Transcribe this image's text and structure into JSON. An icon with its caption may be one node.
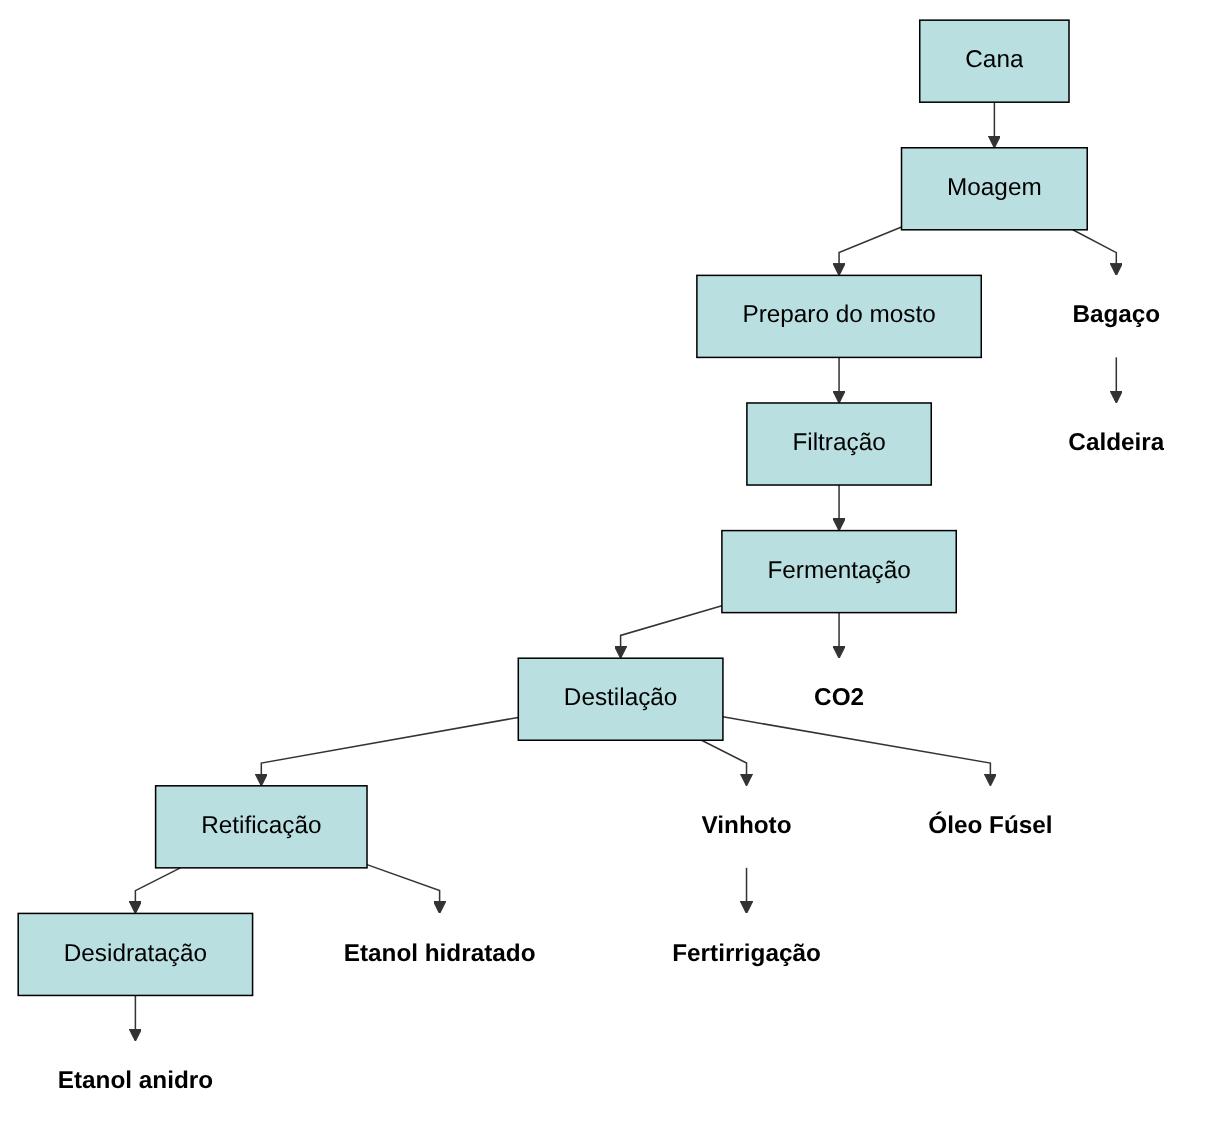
{
  "diagram": {
    "nodes": [
      {
        "text": [
          "Cana"
        ]
      },
      {
        "text": [
          "Moagem"
        ]
      },
      {
        "text": [
          "Preparo do mosto"
        ]
      },
      {
        "text": [
          "Filtração"
        ]
      },
      {
        "text": [
          "Fermentação"
        ]
      },
      {
        "text": [
          "Destilação"
        ]
      },
      {
        "text": [
          "Retificação"
        ]
      },
      {
        "text": [
          "Desidratação"
        ]
      },
      {
        "text": [
          "Bagaço"
        ]
      },
      {
        "text": [
          "Caldeira"
        ]
      },
      {
        "text": [
          "CO2"
        ]
      },
      {
        "text": [
          "Vinhoto"
        ]
      },
      {
        "text": [
          "Fertirrigação"
        ]
      },
      {
        "text": [
          "Óleo Fúsel"
        ]
      },
      {
        "text": [
          "Etanol hidratado"
        ]
      },
      {
        "text": [
          "Etanol anidro"
        ]
      }
    ],
    "edges": [
      {
        "from": 0,
        "to": 1,
        "arrow": "to"
      },
      {
        "from": 1,
        "to": 2,
        "arrow": "to"
      },
      {
        "from": 2,
        "to": 3,
        "arrow": "to"
      },
      {
        "from": 3,
        "to": 4,
        "arrow": "to"
      },
      {
        "from": 4,
        "to": 5,
        "arrow": "to"
      },
      {
        "from": 5,
        "to": 6,
        "arrow": "to"
      },
      {
        "from": 6,
        "to": 7,
        "arrow": "to"
      },
      {
        "from": 1,
        "to": 8,
        "arrow": "to"
      },
      {
        "from": 8,
        "to": 9,
        "arrow": "to"
      },
      {
        "from": 4,
        "to": 10,
        "arrow": "to"
      },
      {
        "from": 5,
        "to": 11,
        "arrow": "to"
      },
      {
        "from": 11,
        "to": 12,
        "arrow": "to"
      },
      {
        "from": 5,
        "to": 13,
        "arrow": "to"
      },
      {
        "from": 6,
        "to": 14,
        "arrow": "to"
      },
      {
        "from": 7,
        "to": 15,
        "arrow": "to"
      }
    ]
  }
}
